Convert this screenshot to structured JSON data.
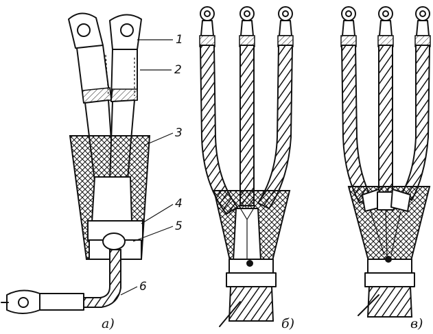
{
  "figure": {
    "callouts": [
      "1",
      "2",
      "3",
      "4",
      "5",
      "6"
    ],
    "captions": [
      "a)",
      "б)",
      "в)"
    ]
  }
}
